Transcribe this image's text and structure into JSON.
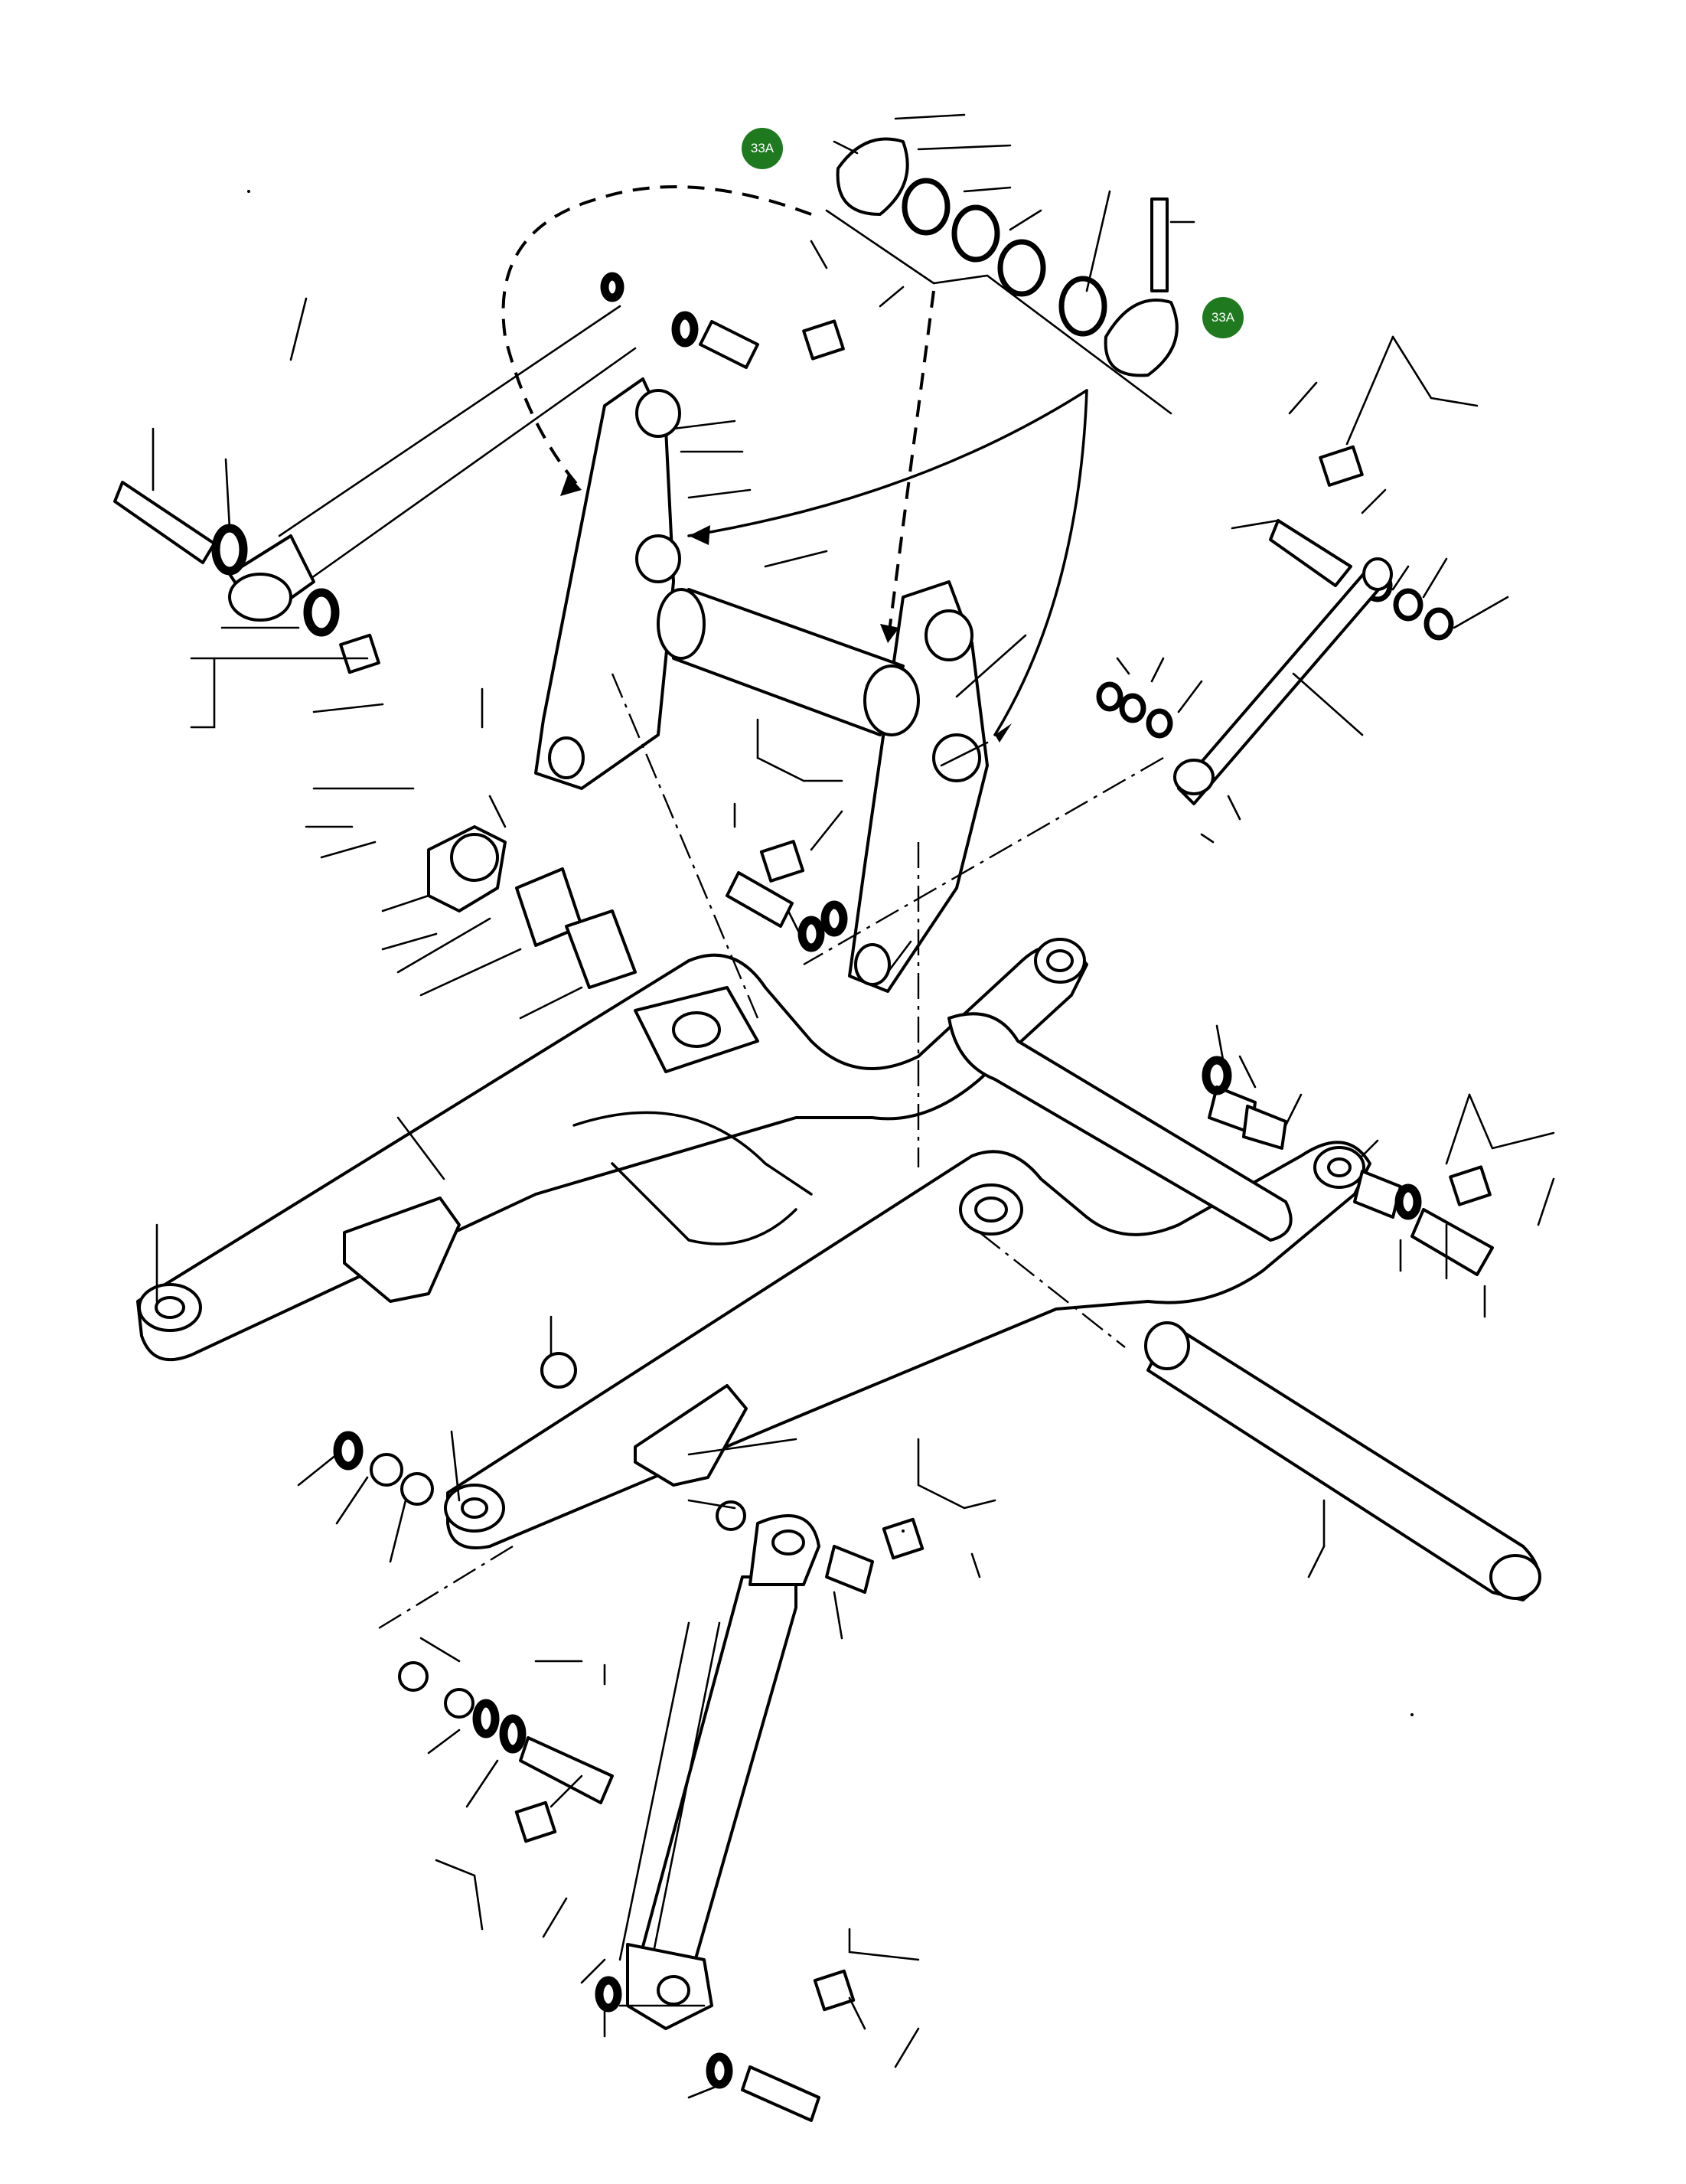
{
  "callouts": [
    {
      "id": "badge-top-left",
      "label": "33A",
      "color": "#1f7a1f"
    },
    {
      "id": "badge-top-right",
      "label": "33A",
      "color": "#1f7a1f"
    }
  ],
  "colors": {
    "linework": "#000000",
    "background": "#ffffff",
    "badge": "#1f7a1f"
  }
}
